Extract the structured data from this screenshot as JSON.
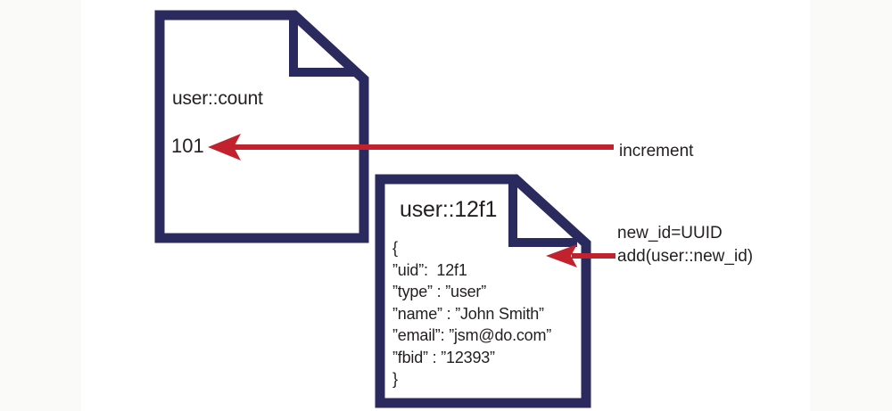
{
  "colors": {
    "outline_navy": "#2b2a5f",
    "arrow_red": "#c2222d",
    "text_ink": "#231f20",
    "background_band": "#fafaf8"
  },
  "count_doc": {
    "title": "user::count",
    "value": "101"
  },
  "user_doc": {
    "title": "user::12f1",
    "body": [
      "{",
      "”uid”:  12f1",
      "”type” : ”user”",
      "”name” : ”John Smith”",
      "”email”: ”jsm@do.com”",
      "”fbid” : ”12393”",
      "}"
    ]
  },
  "arrows": {
    "increment": {
      "label": "increment"
    },
    "add": {
      "line1": "new_id=UUID",
      "line2": "add(user::new_id)"
    }
  }
}
